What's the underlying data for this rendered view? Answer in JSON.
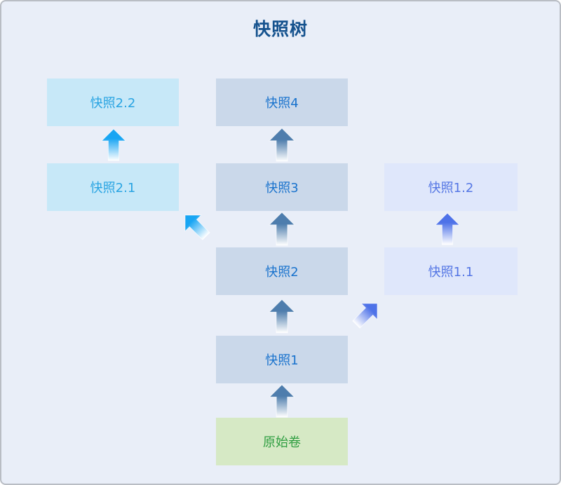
{
  "title": "快照树",
  "colors": {
    "bg": "#e9eef8",
    "frame_border": "#b9bdc4",
    "title_text": "#15528e",
    "node_center_bg": "#cad8ea",
    "node_center_text": "#1a73cd",
    "node_cyan_bg": "#c7e8f8",
    "node_cyan_text": "#29a4e2",
    "node_lavender_bg": "#dfe7fb",
    "node_lavender_text": "#5476e4",
    "node_green_bg": "#d6e9c5",
    "node_green_text": "#2f9e41",
    "arrow_steel": "#4e7dad",
    "arrow_cyan": "#18a5f3",
    "arrow_periwinkle": "#4e72e8",
    "arrow_fade": "#ffffff"
  },
  "nodes": {
    "snap22": {
      "label": "快照2.2"
    },
    "snap21": {
      "label": "快照2.1"
    },
    "snap4": {
      "label": "快照4"
    },
    "snap3": {
      "label": "快照3"
    },
    "snap2": {
      "label": "快照2"
    },
    "snap1": {
      "label": "快照1"
    },
    "snap12": {
      "label": "快照1.2"
    },
    "snap11": {
      "label": "快照1.1"
    },
    "origin": {
      "label": "原始卷"
    }
  },
  "edges": [
    {
      "from": "原始卷",
      "to": "快照1"
    },
    {
      "from": "快照1",
      "to": "快照2"
    },
    {
      "from": "快照2",
      "to": "快照3"
    },
    {
      "from": "快照3",
      "to": "快照4"
    },
    {
      "from": "快照2",
      "to": "快照2.1"
    },
    {
      "from": "快照2.1",
      "to": "快照2.2"
    },
    {
      "from": "快照1",
      "to": "快照1.1"
    },
    {
      "from": "快照1.1",
      "to": "快照1.2"
    }
  ]
}
